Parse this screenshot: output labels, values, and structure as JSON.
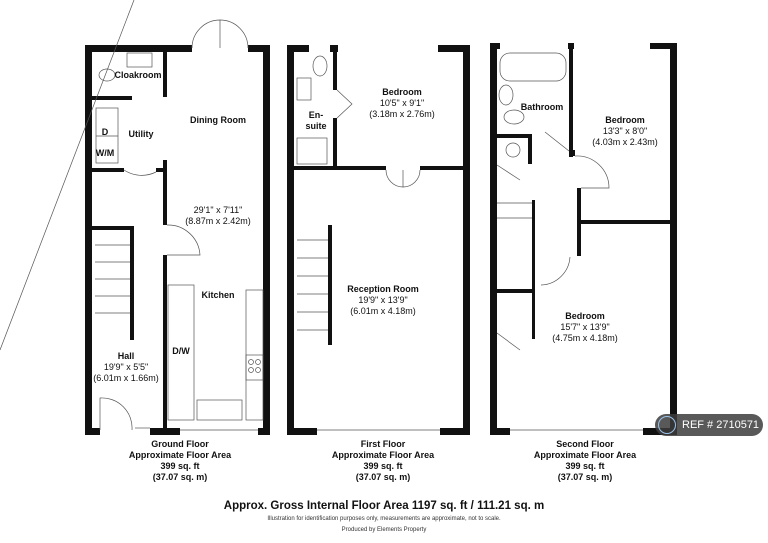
{
  "floors": [
    {
      "name": "Ground Floor",
      "area_label": "Approximate Floor Area",
      "sqft": "399 sq. ft",
      "sqm": "(37.07 sq. m)",
      "rooms": [
        {
          "name": "Cloakroom"
        },
        {
          "name": "D"
        },
        {
          "name": "W/M"
        },
        {
          "name": "Utility"
        },
        {
          "name": "Dining Room"
        },
        {
          "name": "",
          "imperial": "29'1\" x 7'11\"",
          "metric": "(8.87m x 2.42m)"
        },
        {
          "name": "Kitchen"
        },
        {
          "name": "D/W"
        },
        {
          "name": "Hall",
          "imperial": "19'9\" x 5'5\"",
          "metric": "(6.01m x 1.66m)"
        }
      ]
    },
    {
      "name": "First Floor",
      "area_label": "Approximate Floor Area",
      "sqft": "399 sq. ft",
      "sqm": "(37.07 sq. m)",
      "rooms": [
        {
          "name": "En-",
          "name2": "suite"
        },
        {
          "name": "Bedroom",
          "imperial": "10'5\" x 9'1\"",
          "metric": "(3.18m x 2.76m)"
        },
        {
          "name": "Reception Room",
          "imperial": "19'9\" x 13'9\"",
          "metric": "(6.01m x 4.18m)"
        }
      ]
    },
    {
      "name": "Second Floor",
      "area_label": "Approximate Floor Area",
      "sqft": "399 sq. ft",
      "sqm": "(37.07 sq. m)",
      "rooms": [
        {
          "name": "Bathroom"
        },
        {
          "name": "Bedroom",
          "imperial": "13'3\" x 8'0\"",
          "metric": "(4.03m x 2.43m)"
        },
        {
          "name": "Bedroom",
          "imperial": "15'7\" x 13'9\"",
          "metric": "(4.75m x 4.18m)"
        }
      ]
    }
  ],
  "total": "Approx. Gross Internal Floor Area 1197 sq. ft / 111.21 sq. m",
  "disclaimer": "Illustration for identification purposes only, measurements are approximate, not to scale.",
  "producer": "Produced by Elements Property",
  "ref_badge": "REF # 2710571",
  "colors": {
    "wall": "#111111",
    "badge": "#3c3c3c"
  }
}
